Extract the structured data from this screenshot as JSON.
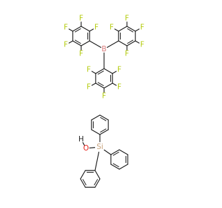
{
  "colors": {
    "bond": "#1a1a1a",
    "fluorine": "#b5cc10",
    "boron": "#d87a7a",
    "silicon": "#c7a17a",
    "oxygen": "#e8201a",
    "hydrogen": "#222222"
  },
  "labels": {
    "F": "F",
    "B": "B",
    "Si": "Si",
    "O": "O",
    "H": "H"
  }
}
